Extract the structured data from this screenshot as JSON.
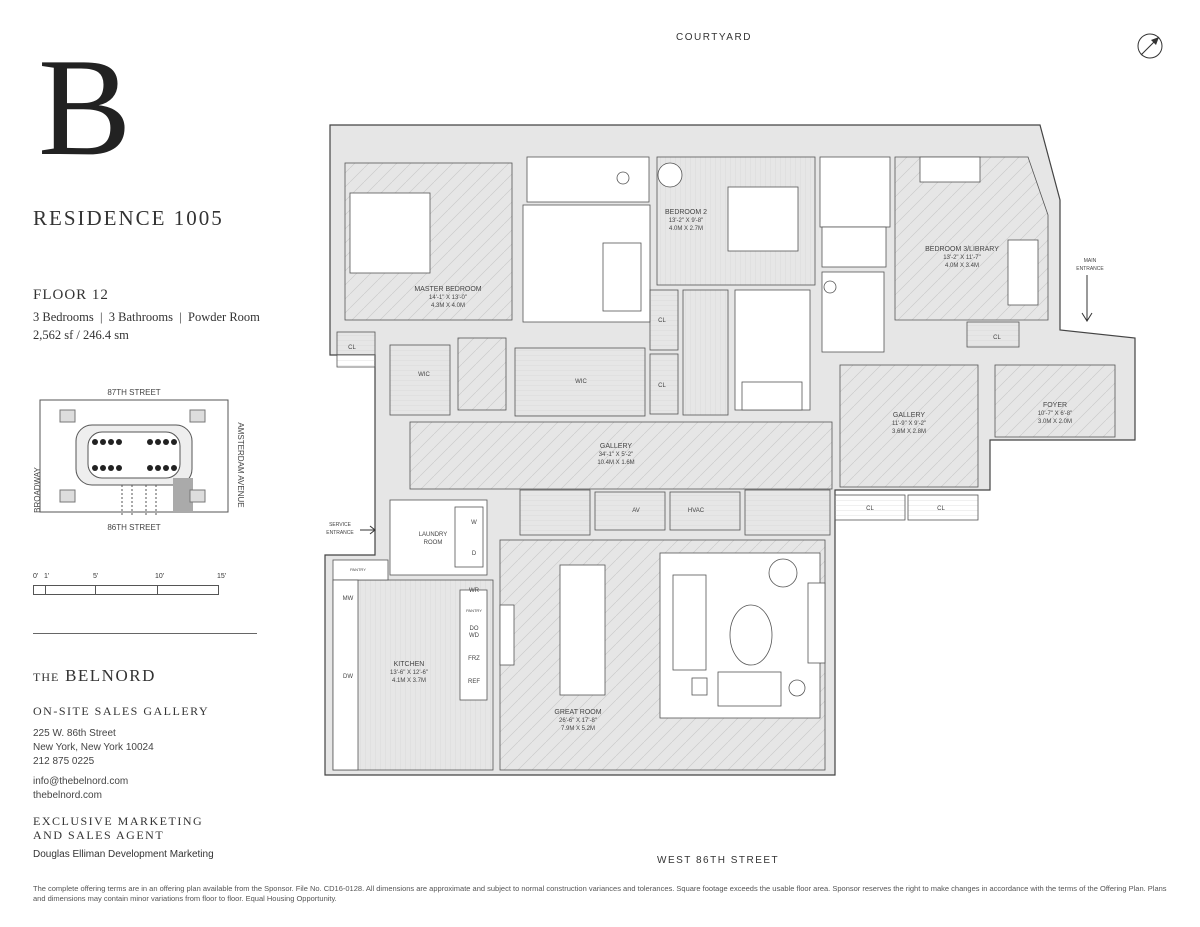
{
  "logo": {
    "letter": "B"
  },
  "residence": "RESIDENCE 1005",
  "floor": "FLOOR 12",
  "specs": "3 Bedrooms  |  3 Bathrooms  |  Powder Room",
  "area": "2,562 sf / 246.4 sm",
  "key_map": {
    "north": "87TH STREET",
    "south": "86TH STREET",
    "west": "BROADWAY",
    "east": "AMSTERDAM AVENUE"
  },
  "scale": [
    "0'",
    "1'",
    "5'",
    "10'",
    "15'"
  ],
  "brand": {
    "the": "THE",
    "name": "BELNORD"
  },
  "sales_gallery": "ON-SITE SALES GALLERY",
  "address": [
    "225 W. 86th Street",
    "New York, New York 10024",
    "212 875 0225"
  ],
  "contact": [
    "info@thebelnord.com",
    "thebelnord.com"
  ],
  "agent_heading": [
    "EXCLUSIVE MARKETING",
    "AND SALES AGENT"
  ],
  "agent": "Douglas Elliman Development Marketing",
  "footer": "The complete offering terms are in an offering plan available from the Sponsor. File No. CD16-0128. All dimensions are approximate and subject to normal construction variances and tolerances. Square footage exceeds the usable floor area. Sponsor reserves the right to make changes in accordance with the terms of the Offering Plan. Plans and dimensions may contain minor variations from floor to floor. Equal Housing Opportunity.",
  "plan": {
    "top_street": "COURTYARD",
    "bottom_street": "WEST 86TH STREET",
    "main_entrance": [
      "MAIN",
      "ENTRANCE"
    ],
    "service_entrance": [
      "SERVICE",
      "ENTRANCE"
    ],
    "rooms": {
      "master": {
        "name": "MASTER BEDROOM",
        "imperial": "14'-1\" X 13'-0\"",
        "metric": "4.3M X 4.0M"
      },
      "bed2": {
        "name": "BEDROOM 2",
        "imperial": "13'-2\" X 9'-8\"",
        "metric": "4.0M X 2.7M"
      },
      "bed3": {
        "name": "BEDROOM 3/LIBRARY",
        "imperial": "13'-2\" X 11'-7\"",
        "metric": "4.0M X 3.4M"
      },
      "gallery1": {
        "name": "GALLERY",
        "imperial": "34'-1\" X 5'-2\"",
        "metric": "10.4M X 1.6M"
      },
      "gallery2": {
        "name": "GALLERY",
        "imperial": "11'-9\" X 9'-2\"",
        "metric": "3.6M X 2.8M"
      },
      "foyer": {
        "name": "FOYER",
        "imperial": "10'-7\" X 6'-8\"",
        "metric": "3.0M X 2.0M"
      },
      "kitchen": {
        "name": "KITCHEN",
        "imperial": "13'-6\" X 12'-6\"",
        "metric": "4.1M X 3.7M"
      },
      "great": {
        "name": "GREAT ROOM",
        "imperial": "26'-6\" X 17'-8\"",
        "metric": "7.9M X 5.2M"
      },
      "laundry": [
        "LAUNDRY",
        "ROOM"
      ]
    },
    "labels": {
      "wic": "WIC",
      "cl": "CL",
      "av": "AV",
      "hvac": "HVAC",
      "w": "W",
      "d": "D",
      "pantry": "PANTRY",
      "mw": "MW",
      "dw": "DW",
      "wr": "WR",
      "do": "DO",
      "wd": "WD",
      "frz": "FRZ",
      "ref": "REF"
    }
  }
}
